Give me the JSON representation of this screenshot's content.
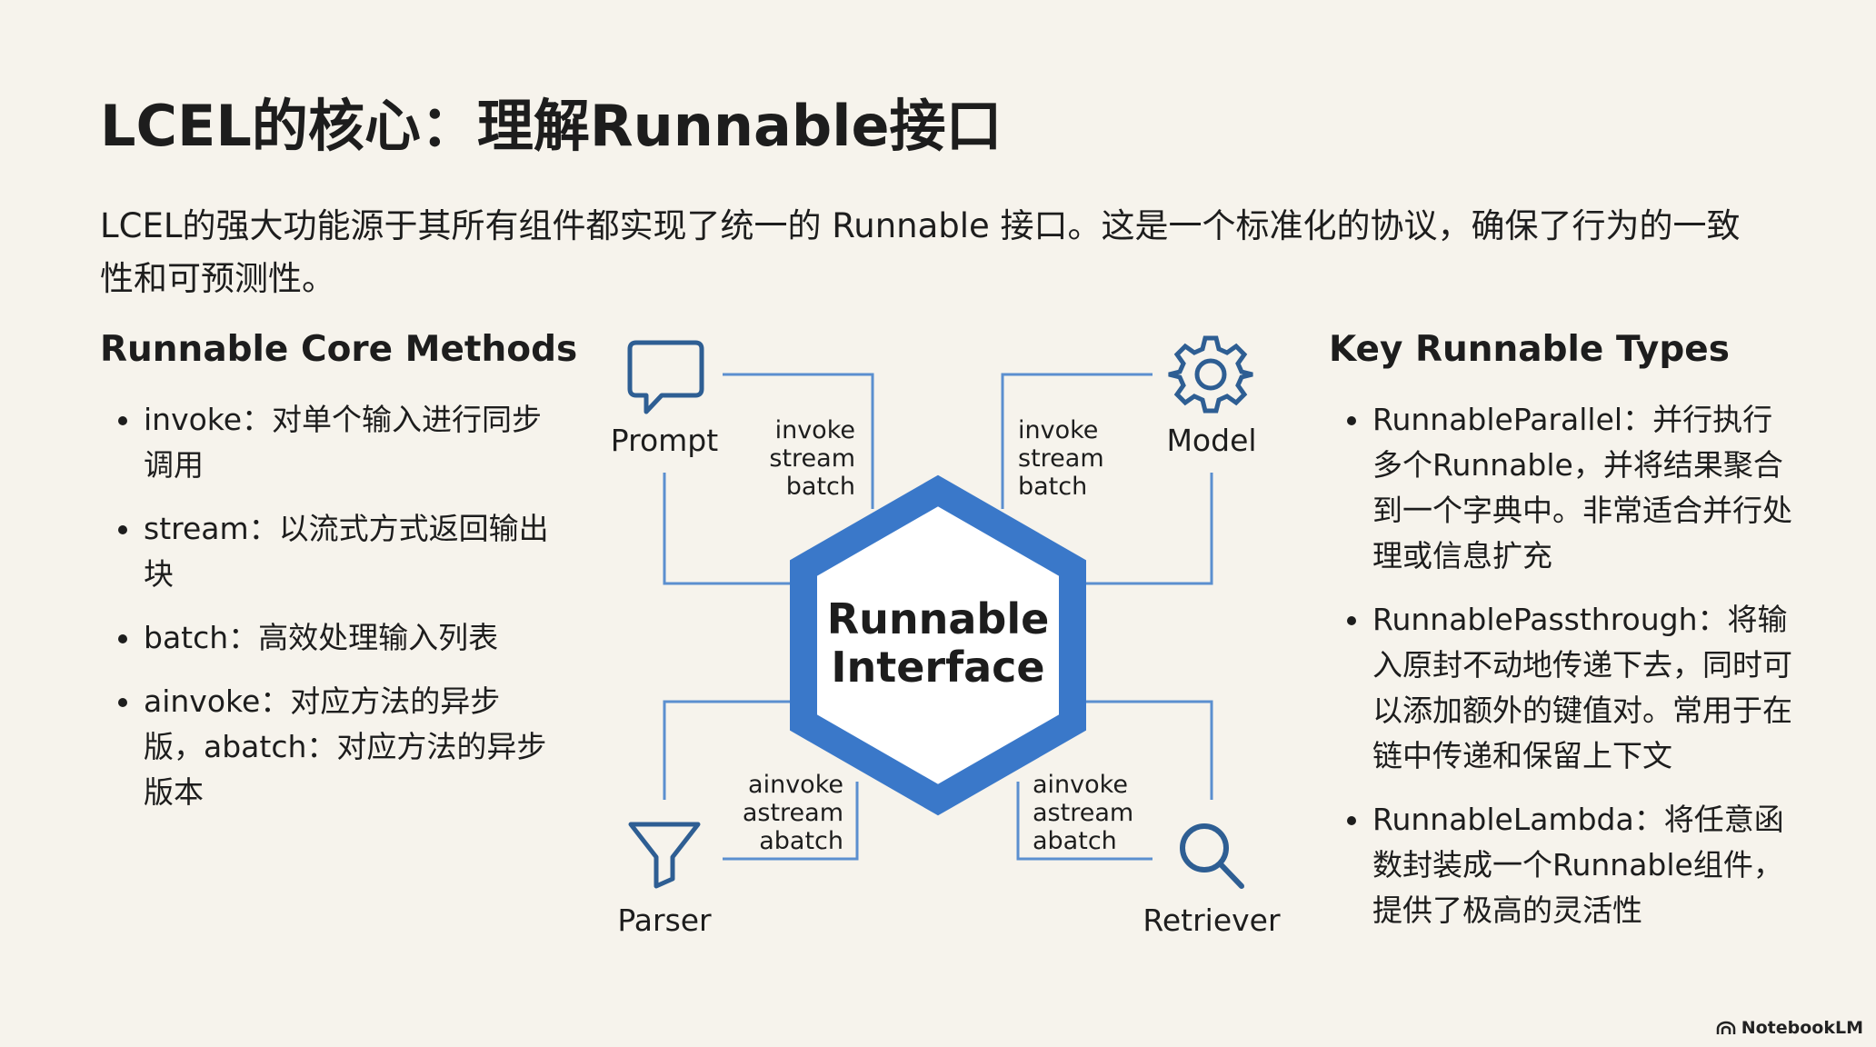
{
  "title": "LCEL的核心：理解Runnable接口",
  "intro": "LCEL的强大功能源于其所有组件都实现了统一的 Runnable 接口。这是一个标准化的协议，确保了行为的一致性和可预测性。",
  "left": {
    "heading": "Runnable Core Methods",
    "items": [
      "invoke：对单个输入进行同步调用",
      "stream：以流式方式返回输出块",
      "batch：高效处理输入列表",
      "ainvoke：对应方法的异步版，abatch：对应方法的异步版本"
    ]
  },
  "right": {
    "heading": "Key Runnable Types",
    "items": [
      "RunnableParallel：并行执行多个Runnable，并将结果聚合到一个字典中。非常适合并行处理或信息扩充",
      "RunnablePassthrough：将输入原封不动地传递下去，同时可以添加额外的键值对。常用于在链中传递和保留上下文",
      "RunnableLambda：将任意函数封装成一个Runnable组件，提供了极高的灵活性"
    ]
  },
  "diagram": {
    "center_line1": "Runnable",
    "center_line2": "Interface",
    "nodes": {
      "prompt": "Prompt",
      "model": "Model",
      "parser": "Parser",
      "retriever": "Retriever"
    },
    "sync_methods": [
      "invoke",
      "stream",
      "batch"
    ],
    "async_methods": [
      "ainvoke",
      "astream",
      "abatch"
    ],
    "colors": {
      "hexagon": "#3a78c9",
      "lines": "#5b8fcf",
      "icons": "#2e5e93"
    }
  },
  "brand": "NotebookLM"
}
